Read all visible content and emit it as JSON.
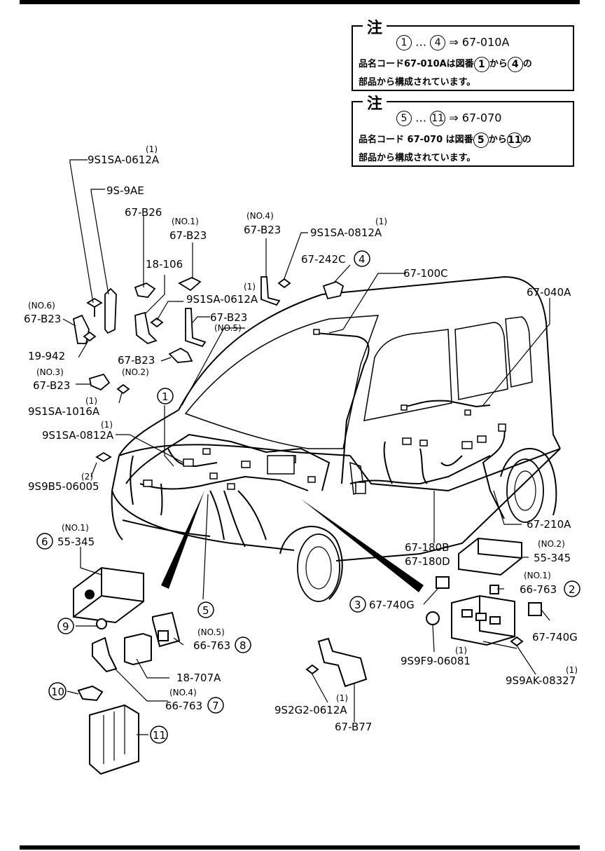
{
  "notes": [
    {
      "title": "注",
      "from": "1",
      "ellipsis": "…",
      "to": "4",
      "arrow": "⇒",
      "code": "67-010A",
      "desc_a": "品名コード67-010Aは図番",
      "desc_b": "から",
      "desc_c": "の",
      "desc_line2": "部品から構成されています。"
    },
    {
      "title": "注",
      "from": "5",
      "ellipsis": "…",
      "to": "11",
      "arrow": "⇒",
      "code": "67-070",
      "desc_a": "品名コード 67-070 は図番",
      "desc_b": "から",
      "desc_c": "の",
      "desc_line2": "部品から構成されています。"
    }
  ],
  "labels": {
    "q1": "(1)",
    "p_9s1sa_0612a_top": "9S1SA-0612A",
    "p_9s9ae": "9S-9AE",
    "p_67b26": "67-B26",
    "no1_a": "(NO.1)",
    "p_67b23_no1": "67-B23",
    "no4_a": "(NO.4)",
    "p_67b23_no4": "67-B23",
    "q1_b": "(1)",
    "p_9s1sa_0812a_top": "9S1SA-0812A",
    "p_67242c": "67-242C",
    "c4": "4",
    "p_18106": "18-106",
    "p_67100c": "67-100C",
    "p_67040a": "67-040A",
    "q1_c": "(1)",
    "no6": "(NO.6)",
    "p_67b23_no6": "67-B23",
    "p_9s1sa_0612a_mid": "9S1SA-0612A",
    "p_67b23_no5": "67-B23",
    "no5": "(NO.5)",
    "p_19942": "19-942",
    "p_67b23_no2": "67-B23",
    "no2": "(NO.2)",
    "no3": "(NO.3)",
    "p_67b23_no3": "67-B23",
    "q1_d": "(1)",
    "p_9s1sa_1016a": "9S1SA-1016A",
    "c1": "1",
    "q1_e": "(1)",
    "p_9s1sa_0812a_mid": "9S1SA-0812A",
    "q2": "(2)",
    "p_9s9b5_06005": "9S9B5-06005",
    "no1_b": "(NO.1)",
    "c6": "6",
    "p_55345_no1": "55-345",
    "p_67210a": "67-210A",
    "p_67180b": "67-180B",
    "p_67180d": "67-180D",
    "no2_b": "(NO.2)",
    "p_55345_no2": "55-345",
    "no1_c": "(NO.1)",
    "p_66763_no1": "66-763",
    "c2": "2",
    "c3": "3",
    "p_67740g_a": "67-740G",
    "c5": "5",
    "c9": "9",
    "no5_b": "(NO.5)",
    "p_66763_no5": "66-763",
    "c8": "8",
    "p_18707a": "18-707A",
    "c10": "10",
    "no4_b": "(NO.4)",
    "p_66763_no4": "66-763",
    "c7": "7",
    "c11": "11",
    "q1_f": "(1)",
    "p_9s9f9_06081": "9S9F9-06081",
    "p_67740g_b": "67-740G",
    "q1_g": "(1)",
    "p_9s9ak_08327": "9S9AK-08327",
    "q1_h": "(1)",
    "p_9s2g2_0612a": "9S2G2-0612A",
    "p_67b77": "67-B77"
  }
}
